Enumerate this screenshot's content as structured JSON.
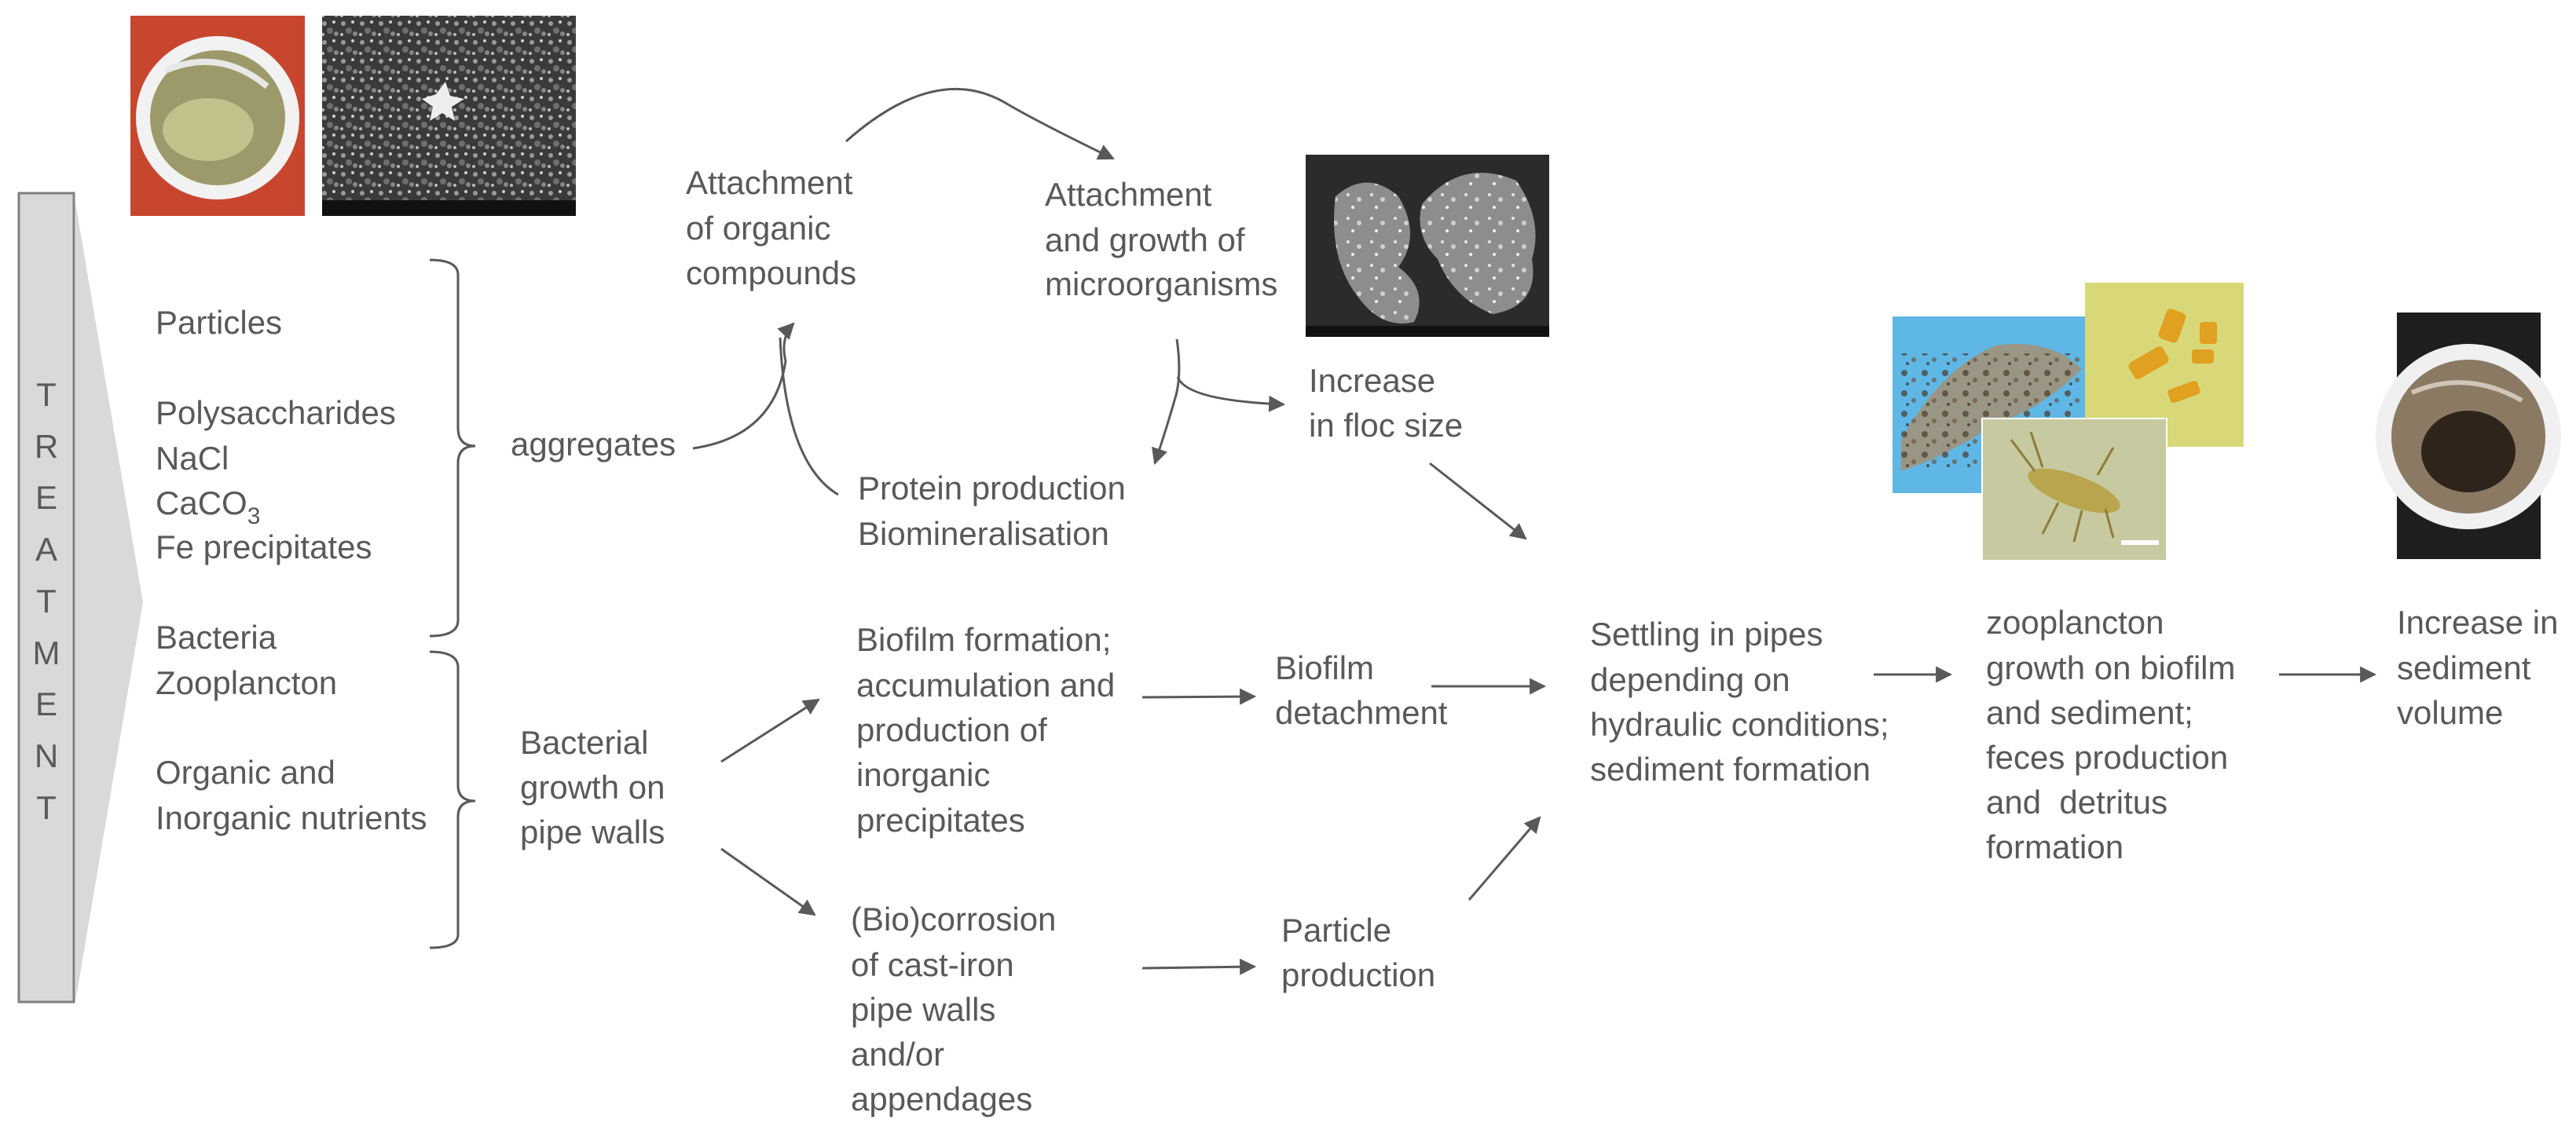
{
  "treatment": {
    "label": "TREATMENT",
    "letters": [
      "T",
      "R",
      "E",
      "A",
      "T",
      "M",
      "E",
      "N",
      "T"
    ]
  },
  "inputs": {
    "particles": "Particles",
    "polysaccharides": "Polysaccharides",
    "nacl": "NaCl",
    "caco3_main": "CaCO",
    "caco3_sub": "3",
    "fe_precipitates": "Fe precipitates",
    "bacteria": "Bacteria",
    "zooplancton": "Zooplancton",
    "nutrients_line1": "Organic and",
    "nutrients_line2": "Inorganic nutrients"
  },
  "aggregates": "aggregates",
  "bacterial_growth": [
    "Bacterial",
    "growth on",
    "pipe walls"
  ],
  "attachment_organic": [
    "Attachment",
    "of organic",
    "compounds"
  ],
  "attachment_micro": [
    "Attachment",
    "and growth of",
    "microorganisms"
  ],
  "protein": [
    "Protein production",
    "Biomineralisation"
  ],
  "floc": [
    "Increase",
    "in floc size"
  ],
  "biofilm_formation": [
    "Biofilm formation;",
    "accumulation and",
    "production of",
    "inorganic",
    "precipitates"
  ],
  "biofilm_detachment": [
    "Biofilm",
    "detachment"
  ],
  "biocorrosion": [
    "(Bio)corrosion",
    "of cast-iron",
    "pipe walls",
    "and/or",
    "appendages"
  ],
  "particle_production": [
    "Particle",
    "production"
  ],
  "settling": [
    "Settling in pipes",
    "depending on",
    "hydraulic conditions;",
    "sediment formation"
  ],
  "zooplancton_growth": [
    "zooplancton",
    "growth on biofilm",
    "and sediment;",
    "feces production",
    "and  detritus",
    "formation"
  ],
  "sediment_volume": [
    "Increase in",
    "sediment",
    "volume"
  ],
  "images": {
    "sample_jar_top": "photo-sample-jar-icon",
    "sem_particles": "sem-micrograph-icon",
    "sem_flocs": "sem-floc-micrograph-icon",
    "zooplankton_blue": "microscope-aggregate-icon",
    "algae_yellow": "microscope-algae-icon",
    "isopod": "microscope-isopod-icon",
    "sediment_jar": "photo-sediment-jar-icon"
  },
  "colors": {
    "text": "#595959",
    "treatment_fill": "#d9d9d9",
    "arrow_triangle": "#d9d9d9"
  }
}
